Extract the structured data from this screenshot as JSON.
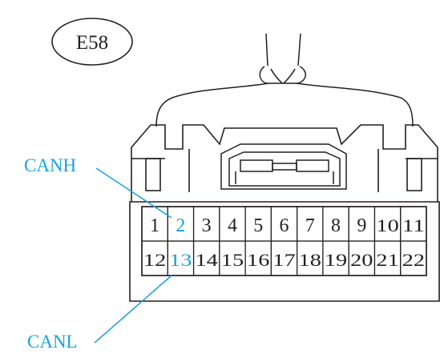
{
  "connector": {
    "id_label": "E58",
    "pins_row1": [
      "1",
      "2",
      "3",
      "4",
      "5",
      "6",
      "7",
      "8",
      "9",
      "10",
      "11"
    ],
    "pins_row2": [
      "12",
      "13",
      "14",
      "15",
      "16",
      "17",
      "18",
      "19",
      "20",
      "21",
      "22"
    ],
    "highlighted_pins": [
      "2",
      "13"
    ]
  },
  "callouts": {
    "canh": {
      "label": "CANH",
      "pin": "2"
    },
    "canl": {
      "label": "CANL",
      "pin": "13"
    }
  },
  "colors": {
    "line": "#231f20",
    "accent": "#1aa0d8",
    "background": "#ffffff"
  }
}
